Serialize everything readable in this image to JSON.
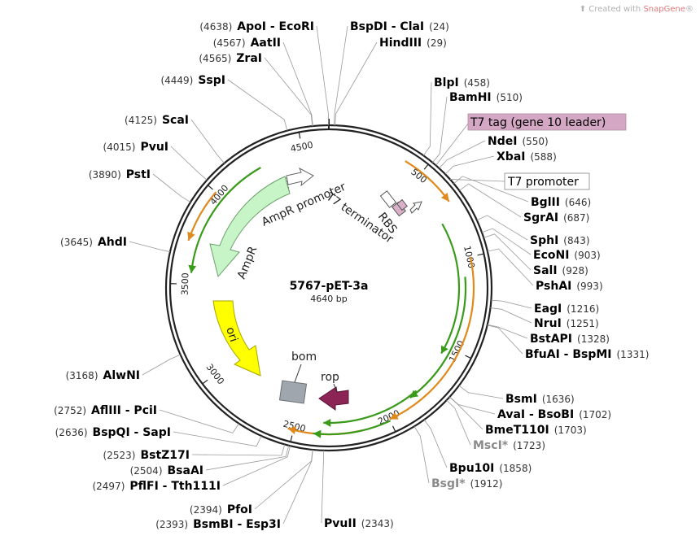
{
  "watermark": {
    "prefix": "Created with",
    "brand": "SnapGene",
    "mark": "®"
  },
  "plasmid": {
    "name": "5767-pET-3a",
    "length_label": "4640 bp",
    "length": 4640
  },
  "ticks": [
    {
      "pos": 500,
      "label": "500"
    },
    {
      "pos": 1000,
      "label": "1000"
    },
    {
      "pos": 1500,
      "label": "1500"
    },
    {
      "pos": 2000,
      "label": "2000"
    },
    {
      "pos": 2500,
      "label": "2500"
    },
    {
      "pos": 3000,
      "label": "3000"
    },
    {
      "pos": 3500,
      "label": "3500"
    },
    {
      "pos": 4000,
      "label": "4000"
    },
    {
      "pos": 4500,
      "label": "4500"
    }
  ],
  "enzymes_right": [
    {
      "name": "BspDI - ClaI",
      "pos": "(24)",
      "at": 24
    },
    {
      "name": "HindIII",
      "pos": "(29)",
      "at": 29
    },
    {
      "name": "BlpI",
      "pos": "(458)",
      "at": 458
    },
    {
      "name": "BamHI",
      "pos": "(510)",
      "at": 510
    },
    {
      "name": "NdeI",
      "pos": "(550)",
      "at": 550
    },
    {
      "name": "XbaI",
      "pos": "(588)",
      "at": 588
    },
    {
      "name": "BglII",
      "pos": "(646)",
      "at": 646
    },
    {
      "name": "SgrAI",
      "pos": "(687)",
      "at": 687
    },
    {
      "name": "SphI",
      "pos": "(843)",
      "at": 843
    },
    {
      "name": "EcoNI",
      "pos": "(903)",
      "at": 903
    },
    {
      "name": "SalI",
      "pos": "(928)",
      "at": 928
    },
    {
      "name": "PshAI",
      "pos": "(993)",
      "at": 993
    },
    {
      "name": "EagI",
      "pos": "(1216)",
      "at": 1216
    },
    {
      "name": "NruI",
      "pos": "(1251)",
      "at": 1251
    },
    {
      "name": "BstAPI",
      "pos": "(1328)",
      "at": 1328
    },
    {
      "name": "BfuAI - BspMI",
      "pos": "(1331)",
      "at": 1331
    },
    {
      "name": "BsmI",
      "pos": "(1636)",
      "at": 1636
    },
    {
      "name": "AvaI - BsoBI",
      "pos": "(1702)",
      "at": 1702
    },
    {
      "name": "BmeT110I",
      "pos": "(1703)",
      "at": 1703
    },
    {
      "name": "MscI*",
      "pos": "(1723)",
      "at": 1723,
      "grey": true
    },
    {
      "name": "Bpu10I",
      "pos": "(1858)",
      "at": 1858
    },
    {
      "name": "BsgI*",
      "pos": "(1912)",
      "at": 1912,
      "grey": true
    },
    {
      "name": "PvuII",
      "pos": "(2343)",
      "at": 2343
    }
  ],
  "enzymes_left": [
    {
      "name": "ApoI - EcoRI",
      "pos": "(4638)",
      "at": 4638
    },
    {
      "name": "AatII",
      "pos": "(4567)",
      "at": 4567
    },
    {
      "name": "ZraI",
      "pos": "(4565)",
      "at": 4565
    },
    {
      "name": "SspI",
      "pos": "(4449)",
      "at": 4449
    },
    {
      "name": "ScaI",
      "pos": "(4125)",
      "at": 4125
    },
    {
      "name": "PvuI",
      "pos": "(4015)",
      "at": 4015
    },
    {
      "name": "PstI",
      "pos": "(3890)",
      "at": 3890
    },
    {
      "name": "AhdI",
      "pos": "(3645)",
      "at": 3645
    },
    {
      "name": "AlwNI",
      "pos": "(3168)",
      "at": 3168
    },
    {
      "name": "AflIII - PciI",
      "pos": "(2752)",
      "at": 2752
    },
    {
      "name": "BspQI - SapI",
      "pos": "(2636)",
      "at": 2636
    },
    {
      "name": "BstZ17I",
      "pos": "(2523)",
      "at": 2523
    },
    {
      "name": "BsaAI",
      "pos": "(2504)",
      "at": 2504
    },
    {
      "name": "PflFI - Tth111I",
      "pos": "(2497)",
      "at": 2497
    },
    {
      "name": "PfoI",
      "pos": "(2394)",
      "at": 2394
    },
    {
      "name": "BsmBI - Esp3I",
      "pos": "(2393)",
      "at": 2393
    }
  ],
  "boxed_features": [
    {
      "label": "T7 tag (gene 10 leader)",
      "at": 530,
      "fill": "#d4a8c4"
    },
    {
      "label": "T7 promoter",
      "at": 620,
      "fill": "#ffffff"
    }
  ],
  "features": {
    "ampr": {
      "label": "AmpR",
      "color": "#c8f5c8"
    },
    "ampr_promoter": {
      "label": "AmpR promoter",
      "color": "#ffffff"
    },
    "ori": {
      "label": "ori",
      "color": "#ffff00"
    },
    "bom": {
      "label": "bom",
      "color": "#a0a6ae"
    },
    "rop": {
      "label": "rop",
      "color": "#8c2455"
    },
    "rbs": {
      "label": "RBS",
      "color": "#ffffff"
    },
    "t7_terminator": {
      "label": "T7 terminator",
      "color": "#ffffff"
    }
  },
  "orf_colors": {
    "orange": "#e08a1e",
    "green": "#3a9a1a"
  }
}
